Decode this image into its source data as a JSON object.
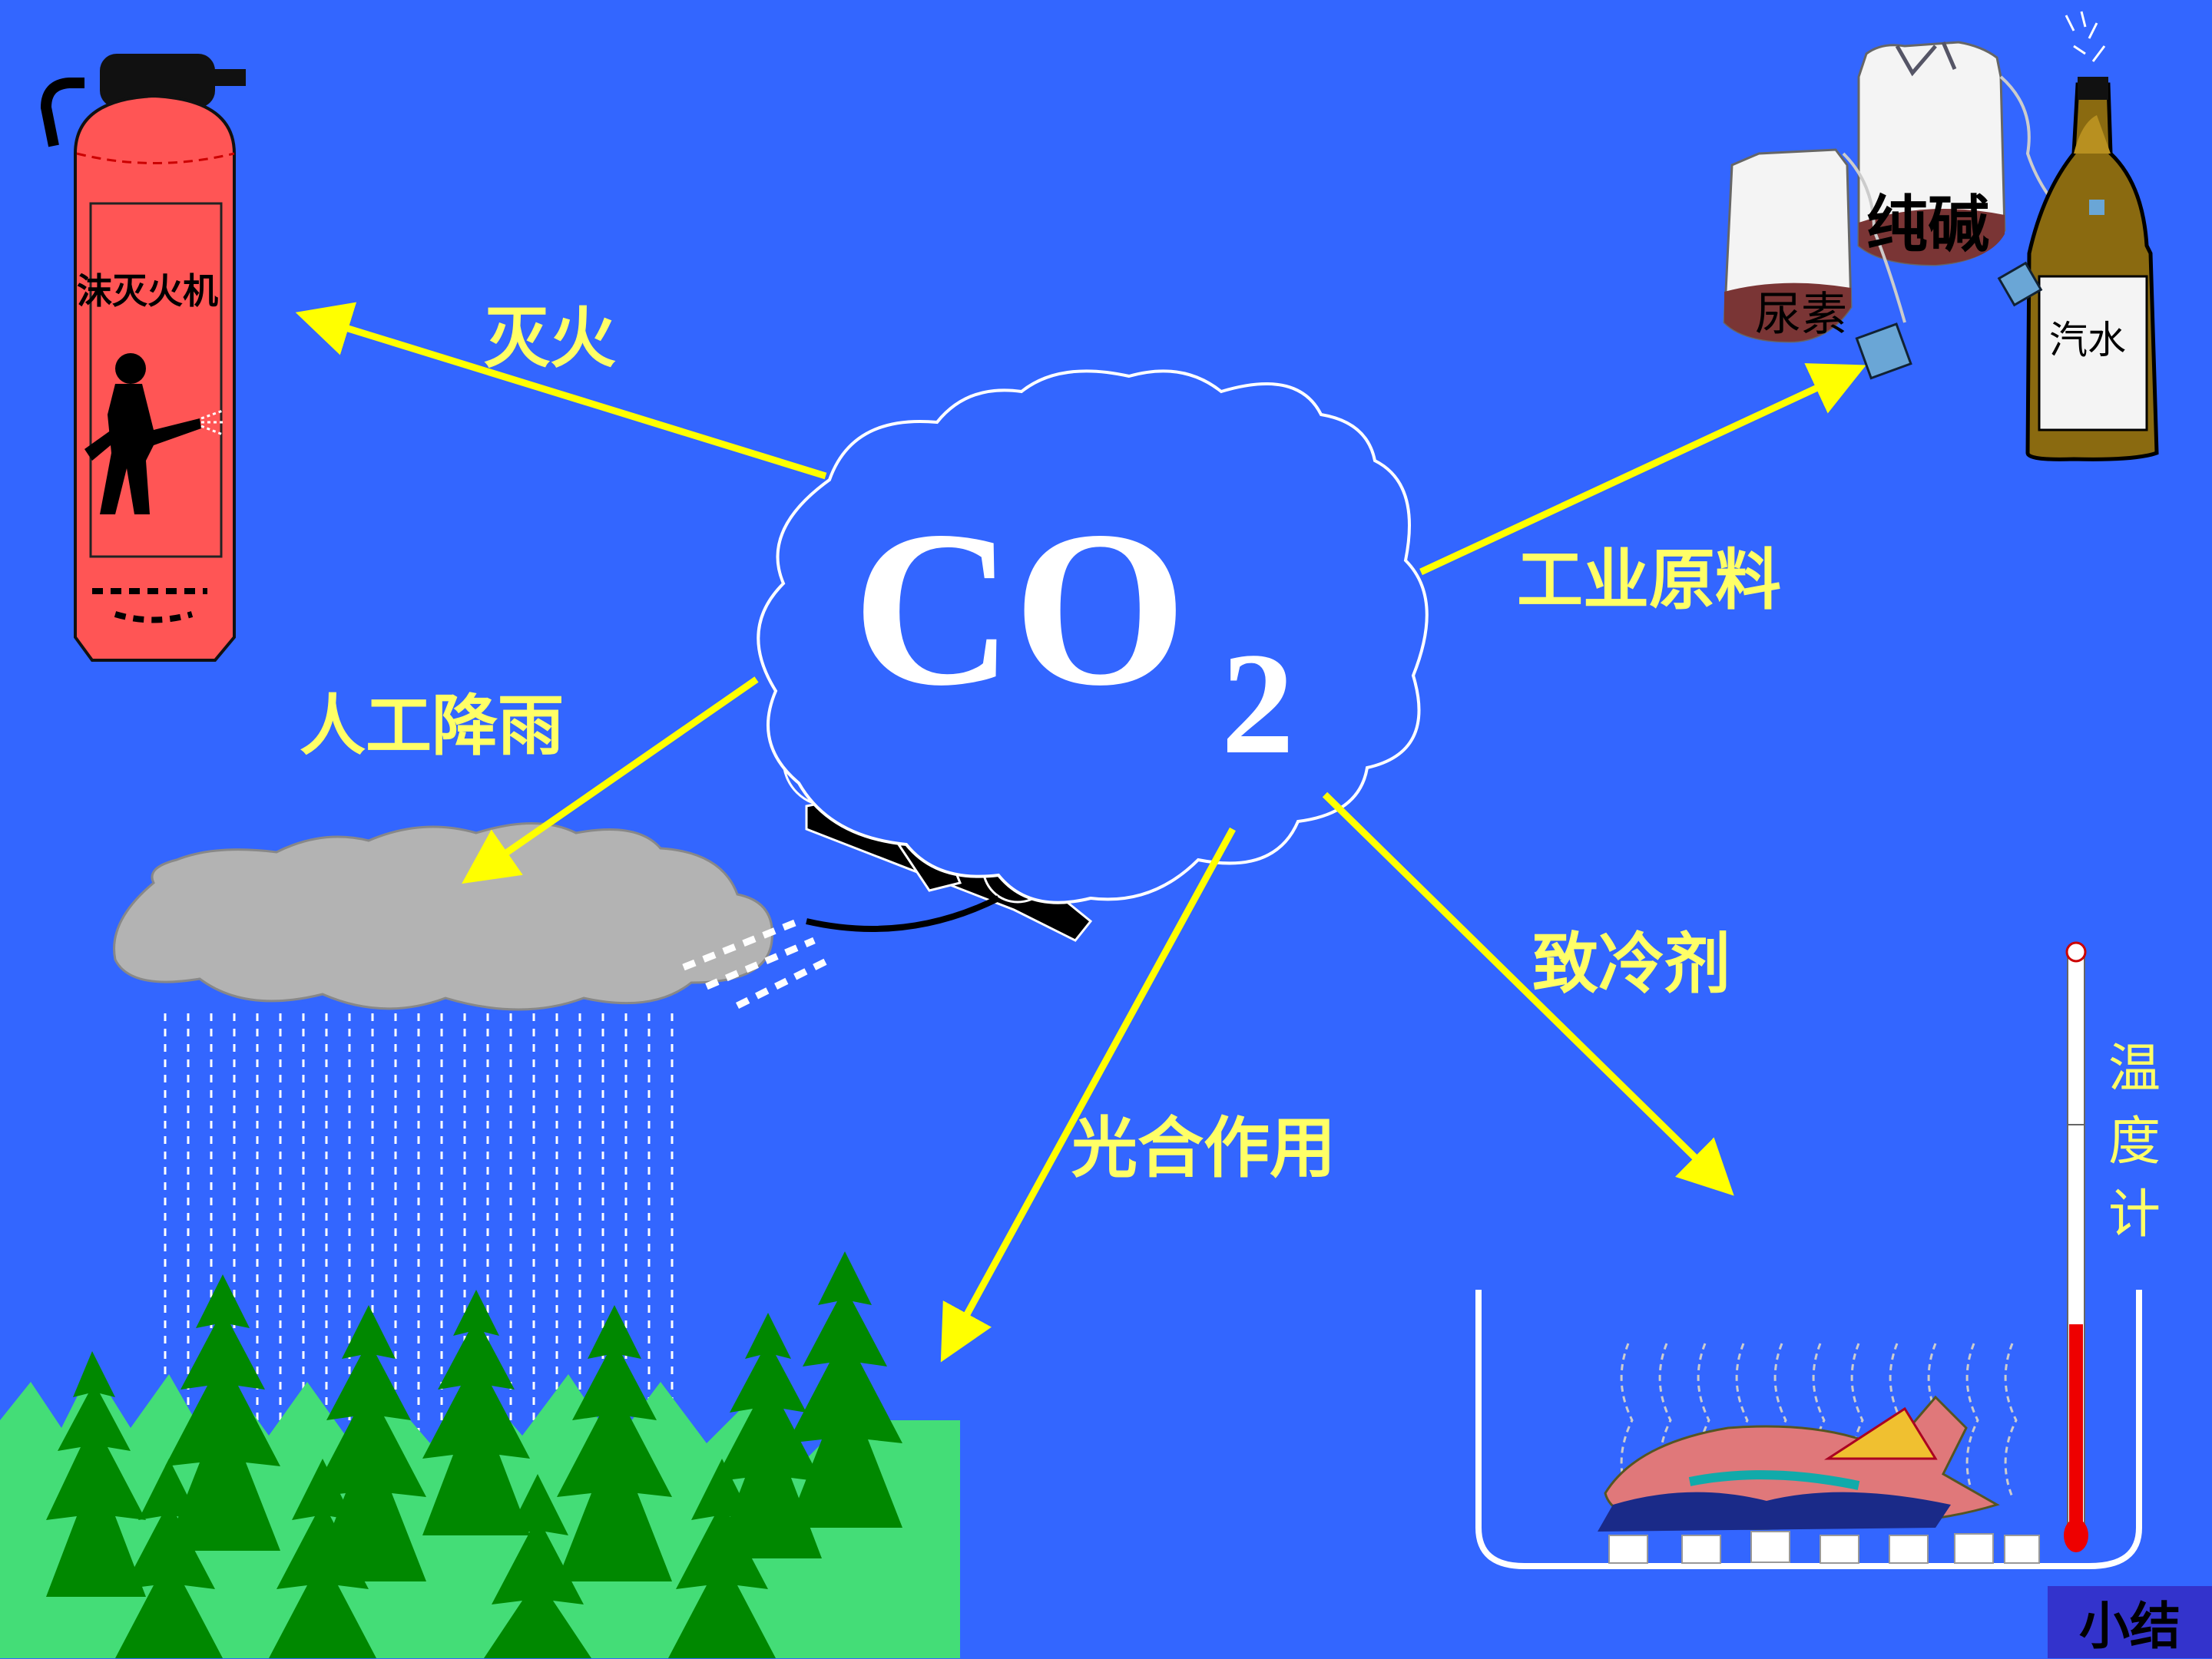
{
  "co2": {
    "main": "CO",
    "sub": "2"
  },
  "labels": {
    "fire": "灭火",
    "industry": "工业原料",
    "rain": "人工降雨",
    "refrigerant": "致冷剂",
    "photosynthesis": "光合作用"
  },
  "extinguisher": {
    "text": "沫灭火机"
  },
  "products": {
    "soda": "纯碱",
    "urea": "尿素",
    "water": "汽水"
  },
  "thermometer": {
    "label": "温度计"
  },
  "summary_button": "小结",
  "colors": {
    "background": "#3366ff",
    "label_yellow": "#ffff66",
    "arrow_yellow": "#ffff00",
    "extinguisher_red": "#ff5555",
    "cloud_gray": "#b3b3b3",
    "tree_dark": "#008800",
    "tree_light": "#44dd77",
    "thermometer_red": "#ee0000"
  }
}
